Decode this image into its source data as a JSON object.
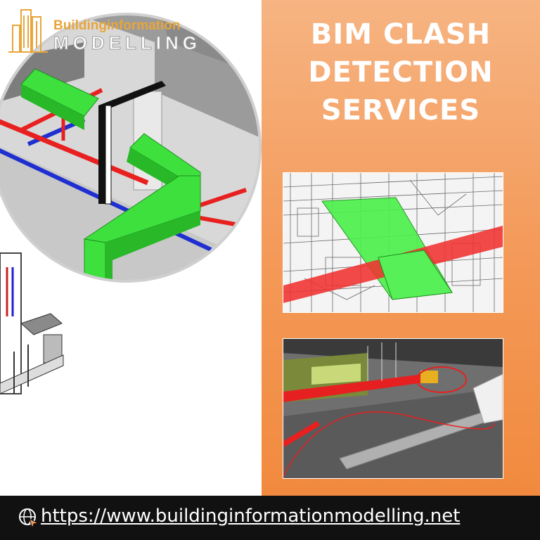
{
  "logo": {
    "brand": "Buildinginformation",
    "sub": "MODELLING",
    "icon": "building-outline-icon",
    "brand_color": "#e8a53a"
  },
  "title": {
    "line1": "BIM CLASH",
    "line2": "DETECTION",
    "line3": "SERVICES"
  },
  "footer": {
    "url": "https://www.buildinginformationmodelling.net",
    "icon": "globe-cursor-icon"
  },
  "colors": {
    "accent_orange": "#f49a5a",
    "duct_green": "#3ee03e",
    "pipe_red": "#e82020",
    "pipe_blue": "#1f2fd0",
    "footer_bg": "#111111"
  }
}
